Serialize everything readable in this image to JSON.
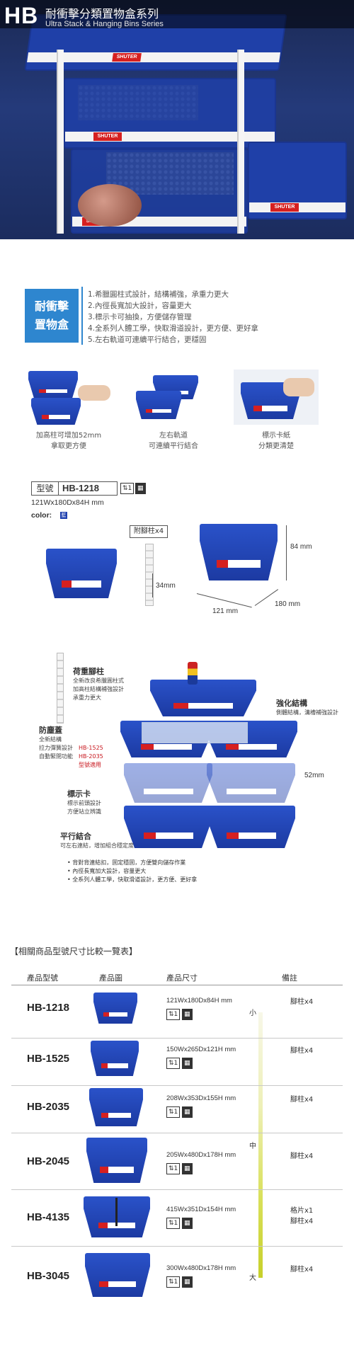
{
  "hero": {
    "code": "HB",
    "title_cn": "耐衝擊分類置物盒系列",
    "title_en": "Ultra Stack & Hanging Bins Series",
    "brand": "SHUTER"
  },
  "features": {
    "badge_line1": "耐衝擊",
    "badge_line2": "置物盒",
    "items": [
      "1.希臘圓柱式設計，結構補強，承重力更大",
      "2.內徑長寬加大設計，容量更大",
      "3.標示卡可抽換，方便儲存管理",
      "4.全系列人體工學，快取滑道設計，更方便、更好拿",
      "5.左右軌道可連續平行結合，更穩固"
    ]
  },
  "thumbs": [
    {
      "line1": "加高柱可增加52mm",
      "line2": "拿取更方便"
    },
    {
      "line1": "左右軌道",
      "line2": "可連續平行結合"
    },
    {
      "line1": "標示卡紙",
      "line2": "分類更清楚"
    }
  ],
  "spec": {
    "model_key": "型號",
    "model_value": "HB-1218",
    "dims": "121Wx180Dx84H mm",
    "color_label": "color:",
    "color_value": "藍",
    "leg_tag": "附腳柱x4",
    "height_mm": "84 mm",
    "leg_mm": "34mm",
    "width_mm": "121 mm",
    "depth_mm": "180 mm"
  },
  "assembly": {
    "pillar_title": "荷重腳柱",
    "pillar_desc": [
      "全新改良希臘圓柱式",
      "加高柱結構補強設計",
      "承重力更大"
    ],
    "strong_title": "強化結構",
    "strong_desc": "側體結構，溝槽補強設計",
    "dust_title": "防塵蓋",
    "dust_desc": [
      "全新結構",
      "拉力彈簧設計",
      "自動緊閉功能"
    ],
    "dust_models": [
      "HB-1525",
      "HB-2035",
      "型號適用"
    ],
    "card_title": "標示卡",
    "card_desc": [
      "標示前頭設計",
      "方便站立辨識"
    ],
    "gap_mm": "52mm",
    "join_title": "平行結合",
    "join_desc": "可左右連結，增加組合穩定度",
    "bullets": [
      "• 背對背連結扣，固定穩固，方便雙向儲存作業",
      "• 內徑長寬加大設計，容量更大",
      "• 全系列人體工學，快取滑道設計，更方便、更好拿"
    ]
  },
  "table": {
    "title": "【相關商品型號尺寸比較一覽表】",
    "headers": [
      "產品型號",
      "產品圖",
      "產品尺寸",
      "備註"
    ],
    "scale": [
      "小",
      "中",
      "大"
    ],
    "rows": [
      {
        "model": "HB-1218",
        "size": "121Wx180Dx84H mm",
        "notes": [
          "腳柱x4"
        ]
      },
      {
        "model": "HB-1525",
        "size": "150Wx265Dx121H mm",
        "notes": [
          "腳柱x4"
        ]
      },
      {
        "model": "HB-2035",
        "size": "208Wx353Dx155H mm",
        "notes": [
          "腳柱x4"
        ]
      },
      {
        "model": "HB-2045",
        "size": "205Wx480Dx178H mm",
        "notes": [
          "腳柱x4"
        ]
      },
      {
        "model": "HB-4135",
        "size": "415Wx351Dx154H mm",
        "notes": [
          "格片x1",
          "腳柱x4"
        ]
      },
      {
        "model": "HB-3045",
        "size": "300Wx480Dx178H mm",
        "notes": [
          "腳柱x4"
        ]
      }
    ]
  },
  "colors": {
    "bin_blue": "#1d3fae",
    "accent_blue": "#2e86cf",
    "tag_red": "#d62020"
  }
}
